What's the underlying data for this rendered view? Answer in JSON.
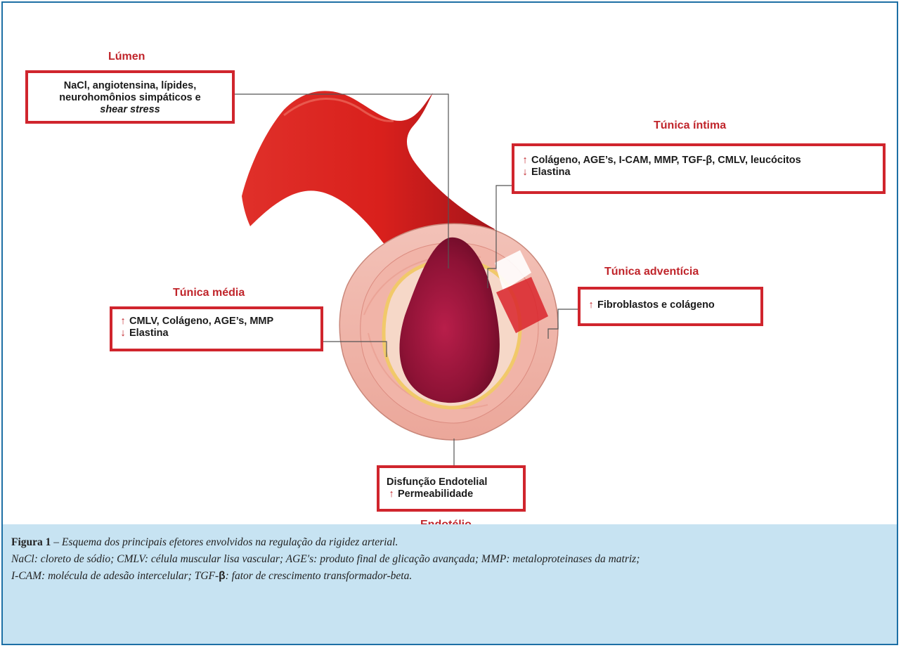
{
  "colors": {
    "accent": "#d0252d",
    "frame": "#1d6fa5",
    "caption_bg": "#c7e3f2"
  },
  "lumen": {
    "heading": "Lúmen",
    "lines": [
      "NaCl, angiotensina, lípides,",
      "neurohomônios simpáticos e"
    ],
    "italic_line": "shear stress"
  },
  "intima": {
    "heading": "Túnica íntima",
    "up_text": "Colágeno, AGE’s, I-CAM, MMP, TGF-β, CMLV, leucócitos",
    "down_text": "Elastina",
    "up_icon": "up-arrow-icon",
    "down_icon": "down-arrow-icon"
  },
  "media": {
    "heading": "Túnica média",
    "up_text": "CMLV, Colágeno, AGE’s, MMP",
    "down_text": "Elastina"
  },
  "adventicia": {
    "heading": "Túnica adventícia",
    "up_text": "Fibroblastos e colágeno"
  },
  "endotelio": {
    "heading": "Endotélio",
    "line1": "Disfunção Endotelial",
    "up_text": "Permeabilidade"
  },
  "caption": {
    "label": "Figura 1",
    "dash": " – ",
    "title": "Esquema dos principais efetores envolvidos na regulação da rigidez arterial.",
    "line2": "NaCl: cloreto de sódio; CMLV: célula muscular lisa vascular; AGE′s: produto final de glicação avançada; MMP: metaloproteinases da matriz;",
    "line3_a": "I-CAM: molécula de adesão intercelular; TGF-",
    "line3_beta": "β",
    "line3_b": ": fator de crescimento transformador-beta."
  }
}
